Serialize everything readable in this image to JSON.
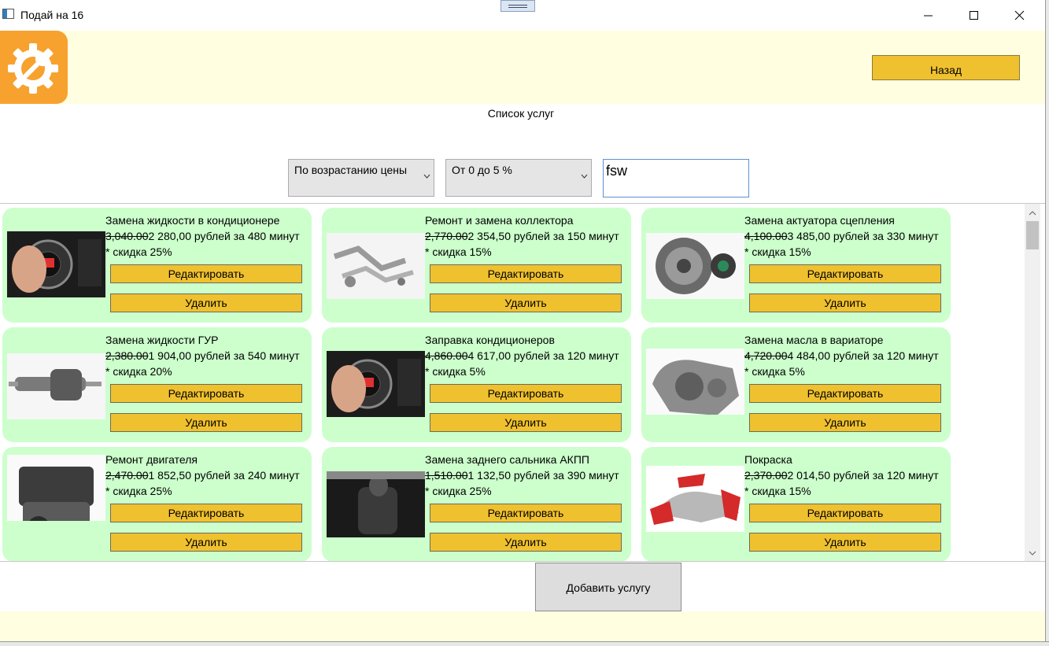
{
  "window": {
    "title": "Подай на 16"
  },
  "header": {
    "back_label": "Назад"
  },
  "page": {
    "title": "Список услуг"
  },
  "filters": {
    "sort_selected": "По возрастанию цены",
    "discount_selected": "От 0 до 5 %",
    "search_value": "fsw"
  },
  "services": [
    {
      "name": "Замена жидкости в кондиционере",
      "old_price": "3,040.00",
      "new_price": "2 280,00 рублей за 480 минут",
      "discount": "* скидка 25%",
      "image": "car-ac-control-photo"
    },
    {
      "name": "Ремонт и замена коллектора",
      "old_price": "2,770.00",
      "new_price": "2 354,50 рублей за 150 минут",
      "discount": "* скидка 15%",
      "image": "exhaust-manifold-photo"
    },
    {
      "name": "Замена актуатора сцепления",
      "old_price": "4,100.00",
      "new_price": "3 485,00 рублей за 330 минут",
      "discount": "* скидка 15%",
      "image": "clutch-kit-photo"
    },
    {
      "name": "Замена жидкости ГУР",
      "old_price": "2,380.00",
      "new_price": "1 904,00 рублей за 540 минут",
      "discount": "* скидка 20%",
      "image": "steering-rack-photo"
    },
    {
      "name": "Заправка кондиционеров",
      "old_price": "4,860.00",
      "new_price": "4 617,00 рублей за 120 минут",
      "discount": "* скидка 5%",
      "image": "car-ac-control-photo"
    },
    {
      "name": "Замена масла в вариаторе",
      "old_price": "4,720.00",
      "new_price": "4 484,00 рублей за 120 минут",
      "discount": "* скидка 5%",
      "image": "cvt-transmission-photo"
    },
    {
      "name": "Ремонт двигателя",
      "old_price": "2,470.00",
      "new_price": "1 852,50 рублей за 240 минут",
      "discount": "* скидка 25%",
      "image": "engine-photo"
    },
    {
      "name": "Замена заднего сальника АКПП",
      "old_price": "1,510.00",
      "new_price": "1 132,50 рублей за 390 минут",
      "discount": "* скидка 25%",
      "image": "gear-shifter-photo"
    },
    {
      "name": "Покраска",
      "old_price": "2,370.00",
      "new_price": "2 014,50 рублей за 120 минут",
      "discount": "* скидка 15%",
      "image": "car-body-parts-photo"
    }
  ],
  "actions": {
    "edit_label": "Редактировать",
    "delete_label": "Удалить",
    "add_label": "Добавить услугу"
  },
  "colors": {
    "header_bg": "#fffee0",
    "card_bg": "#ccffcc",
    "button_bg": "#f0c12e",
    "logo_bg": "#f7a22e"
  }
}
